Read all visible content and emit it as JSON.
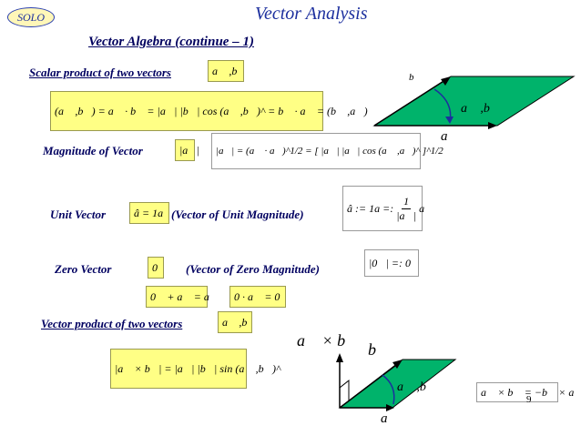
{
  "header": {
    "badge": "SOLO",
    "title": "Vector Analysis",
    "subtitle": "Vector Algebra (continue – 1)"
  },
  "scalar_product": {
    "label": "Scalar product of two vectors",
    "notation": "a⃗ ,b⃗",
    "formula": "(a⃗ ,b⃗) = a⃗ · b⃗ = |a⃗| |b⃗| cos (a⃗ ,b⃗)^ = b⃗ · a⃗ = (b⃗ ,a⃗)"
  },
  "magnitude": {
    "label": "Magnitude of Vector",
    "notation": "|a⃗|",
    "formula": "|a⃗| = (a⃗ · a⃗)^1/2 = [ |a⃗| |a⃗| cos (a⃗ ,a⃗)^ ]^1/2"
  },
  "unit_vector": {
    "label": "Unit Vector",
    "notation": "â = 1a",
    "description": "(Vector of Unit Magnitude)",
    "formula_lhs": "â := 1a =:",
    "frac_num": "1",
    "frac_den": "|a⃗|",
    "formula_rhs": "a⃗"
  },
  "zero_vector": {
    "label": "Zero Vector",
    "notation": "0⃗",
    "description": "(Vector of Zero Magnitude)",
    "definition": "|0⃗| =: 0",
    "prop1": "0⃗ + a⃗ = a⃗",
    "prop2": "0 · a⃗ = 0⃗"
  },
  "vector_product": {
    "label": "Vector product of two vectors",
    "notation": "a⃗ ,b⃗",
    "formula": "|a⃗ × b⃗| = |a⃗| |b⃗| sin (a⃗ ,b⃗)^",
    "anticommute": "a⃗ × b⃗ = −b⃗ × a⃗"
  },
  "figure_top": {
    "vec_a": "a⃗",
    "vec_b": "b⃗",
    "angle": "a⃗ ,b⃗"
  },
  "figure_bottom": {
    "cross": "a⃗ × b⃗",
    "vec_a": "a⃗",
    "vec_b": "b⃗",
    "angle": "a⃗ ,b⃗"
  },
  "page_number": "9",
  "colors": {
    "parallelogram": "#00b36b",
    "box": "#ffff85",
    "label": "#000060",
    "title": "#1c2f9e"
  }
}
